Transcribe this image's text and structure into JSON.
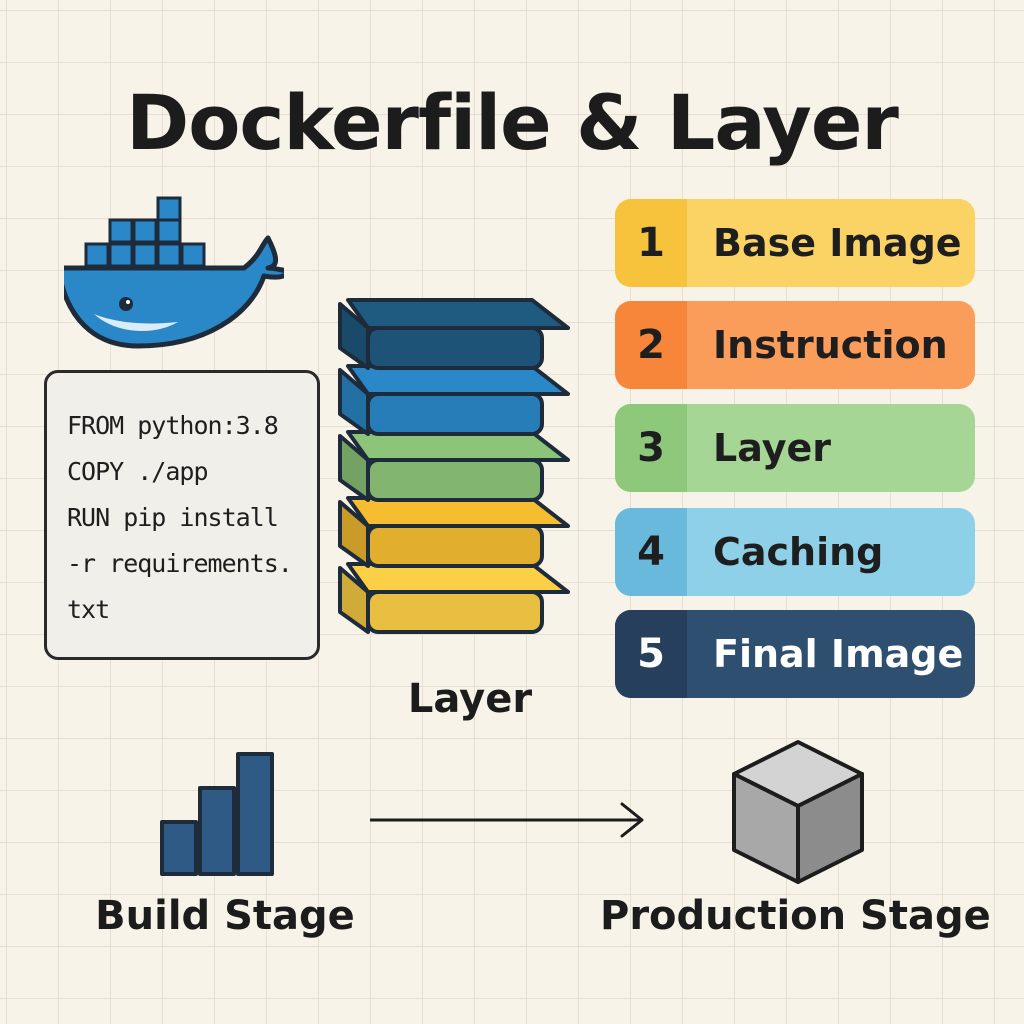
{
  "title": "Dockerfile & Layer",
  "code_lines": [
    "FROM python:3.8",
    "COPY ./app",
    "RUN pip install",
    "-r requirements.",
    "txt"
  ],
  "stack_label": "Layer",
  "stack_layer_colors": [
    "#1f5a80",
    "#2a88c8",
    "#8cc57a",
    "#f6bd31",
    "#fcd046"
  ],
  "steps": [
    {
      "number": "1",
      "label": "Base Image"
    },
    {
      "number": "2",
      "label": "Instruction"
    },
    {
      "number": "3",
      "label": "Layer"
    },
    {
      "number": "4",
      "label": "Caching"
    },
    {
      "number": "5",
      "label": "Final Image"
    }
  ],
  "stages": {
    "build_label": "Build Stage",
    "production_label": "Production Stage"
  },
  "icons": {
    "logo": "docker-whale-icon",
    "build": "bar-chart-icon",
    "production": "cube-icon",
    "arrow": "arrow-right-icon"
  }
}
